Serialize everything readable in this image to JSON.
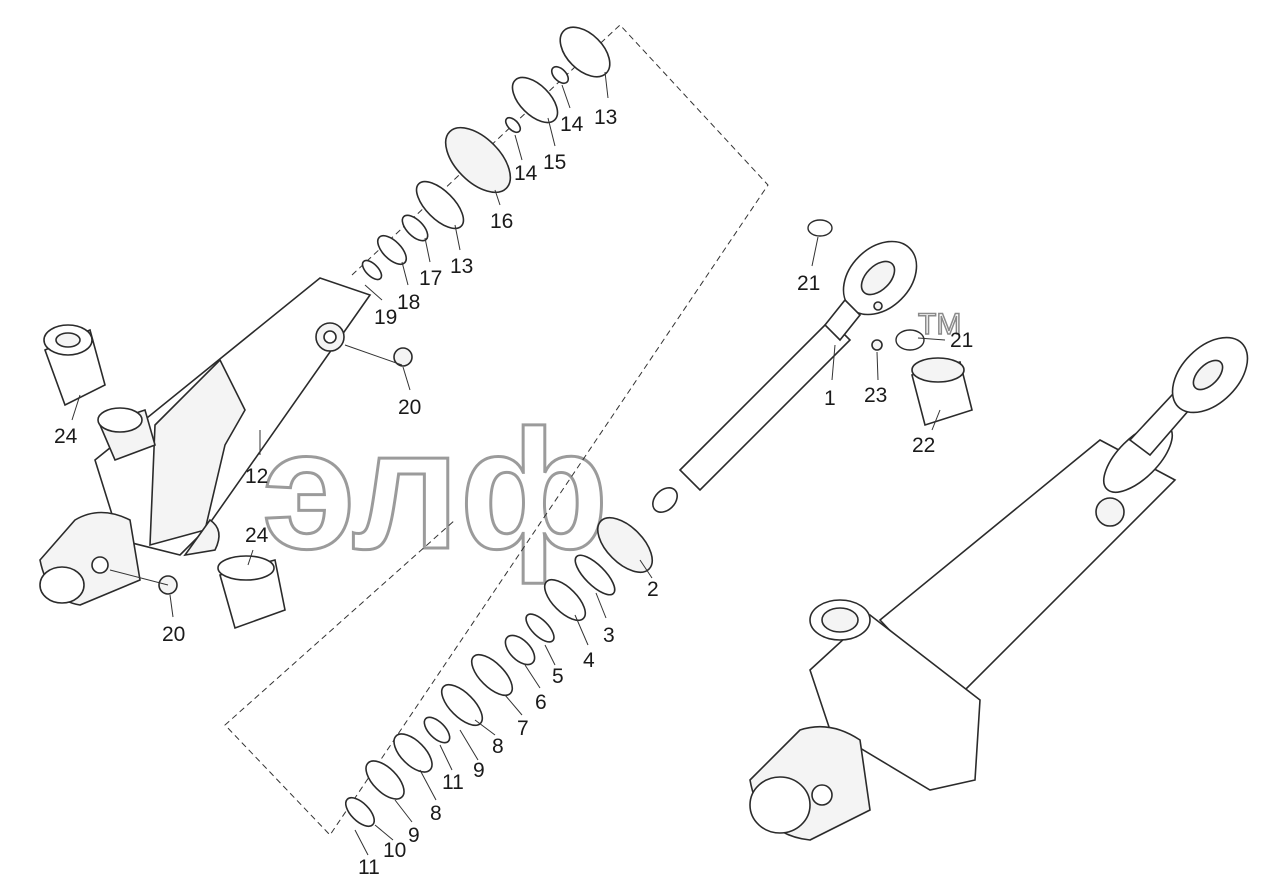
{
  "watermark": {
    "text": "элф",
    "trademark": "TM"
  },
  "callouts": [
    {
      "id": "c13a",
      "text": "13"
    },
    {
      "id": "c14a",
      "text": "14"
    },
    {
      "id": "c15",
      "text": "15"
    },
    {
      "id": "c14b",
      "text": "14"
    },
    {
      "id": "c16",
      "text": "16"
    },
    {
      "id": "c13b",
      "text": "13"
    },
    {
      "id": "c17",
      "text": "17"
    },
    {
      "id": "c18",
      "text": "18"
    },
    {
      "id": "c19",
      "text": "19"
    },
    {
      "id": "c20a",
      "text": "20"
    },
    {
      "id": "c24a",
      "text": "24"
    },
    {
      "id": "c12",
      "text": "12"
    },
    {
      "id": "c24b",
      "text": "24"
    },
    {
      "id": "c20b",
      "text": "20"
    },
    {
      "id": "c21a",
      "text": "21"
    },
    {
      "id": "c21b",
      "text": "21"
    },
    {
      "id": "c1",
      "text": "1"
    },
    {
      "id": "c23",
      "text": "23"
    },
    {
      "id": "c22",
      "text": "22"
    },
    {
      "id": "c2",
      "text": "2"
    },
    {
      "id": "c3",
      "text": "3"
    },
    {
      "id": "c4",
      "text": "4"
    },
    {
      "id": "c5",
      "text": "5"
    },
    {
      "id": "c6",
      "text": "6"
    },
    {
      "id": "c7",
      "text": "7"
    },
    {
      "id": "c8a",
      "text": "8"
    },
    {
      "id": "c9a",
      "text": "9"
    },
    {
      "id": "c11a",
      "text": "11"
    },
    {
      "id": "c8b",
      "text": "8"
    },
    {
      "id": "c9b",
      "text": "9"
    },
    {
      "id": "c10",
      "text": "10"
    },
    {
      "id": "c11b",
      "text": "11"
    }
  ]
}
